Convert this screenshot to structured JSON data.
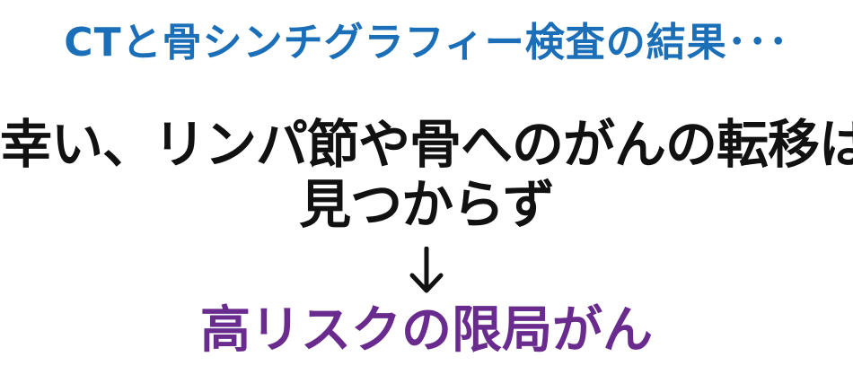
{
  "colors": {
    "heading": "#1a6fb8",
    "body": "#111111",
    "accent": "#6a2b8f",
    "background": "#ffffff"
  },
  "slide": {
    "heading": "CTと骨シンチグラフィー検査の結果･･･",
    "body_line1": "幸い、リンパ節や骨へのがんの転移は",
    "body_line2": "見つからず",
    "arrow_icon": "down-arrow-icon",
    "result": "高リスクの限局がん"
  }
}
